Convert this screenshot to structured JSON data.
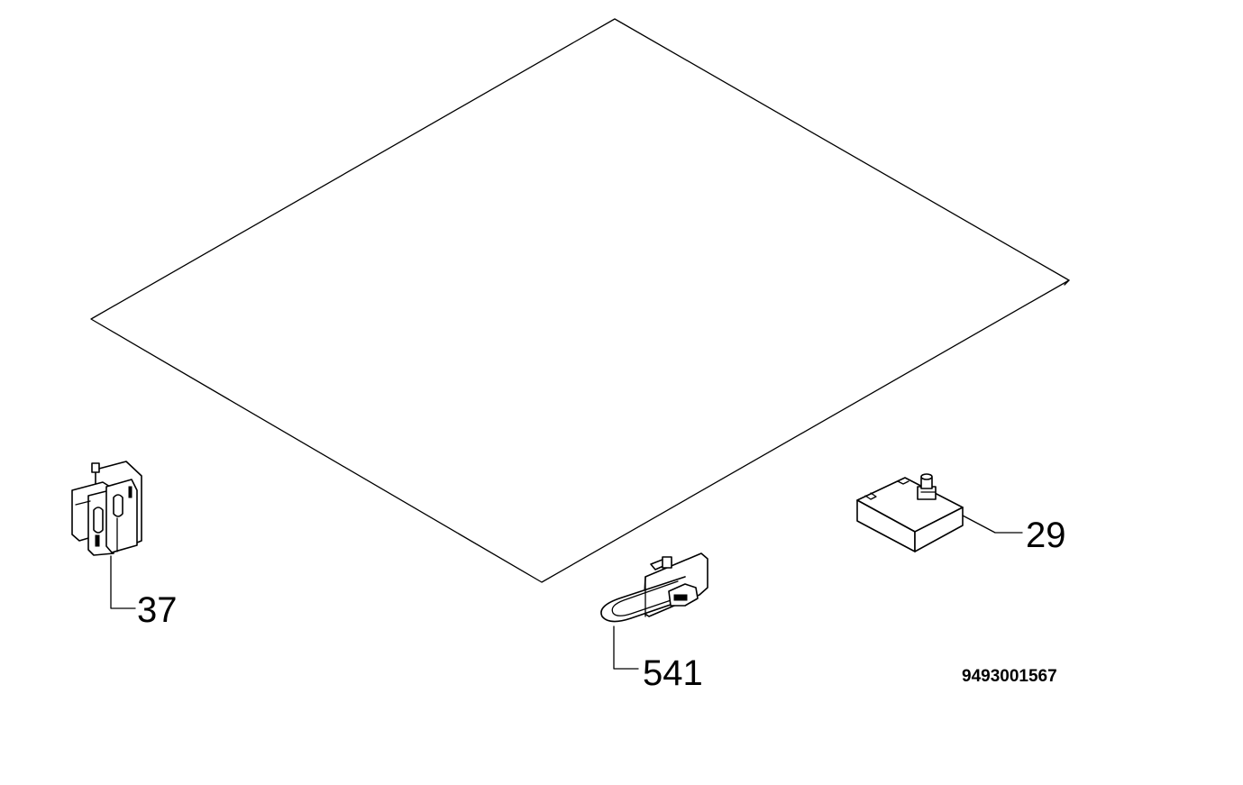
{
  "diagram": {
    "parts": [
      {
        "id": "panel",
        "label": ""
      },
      {
        "id": "clip",
        "label": "37"
      },
      {
        "id": "hinge-clip",
        "label": "541"
      },
      {
        "id": "switch-block",
        "label": "29"
      }
    ],
    "reference_number": "9493001567"
  }
}
